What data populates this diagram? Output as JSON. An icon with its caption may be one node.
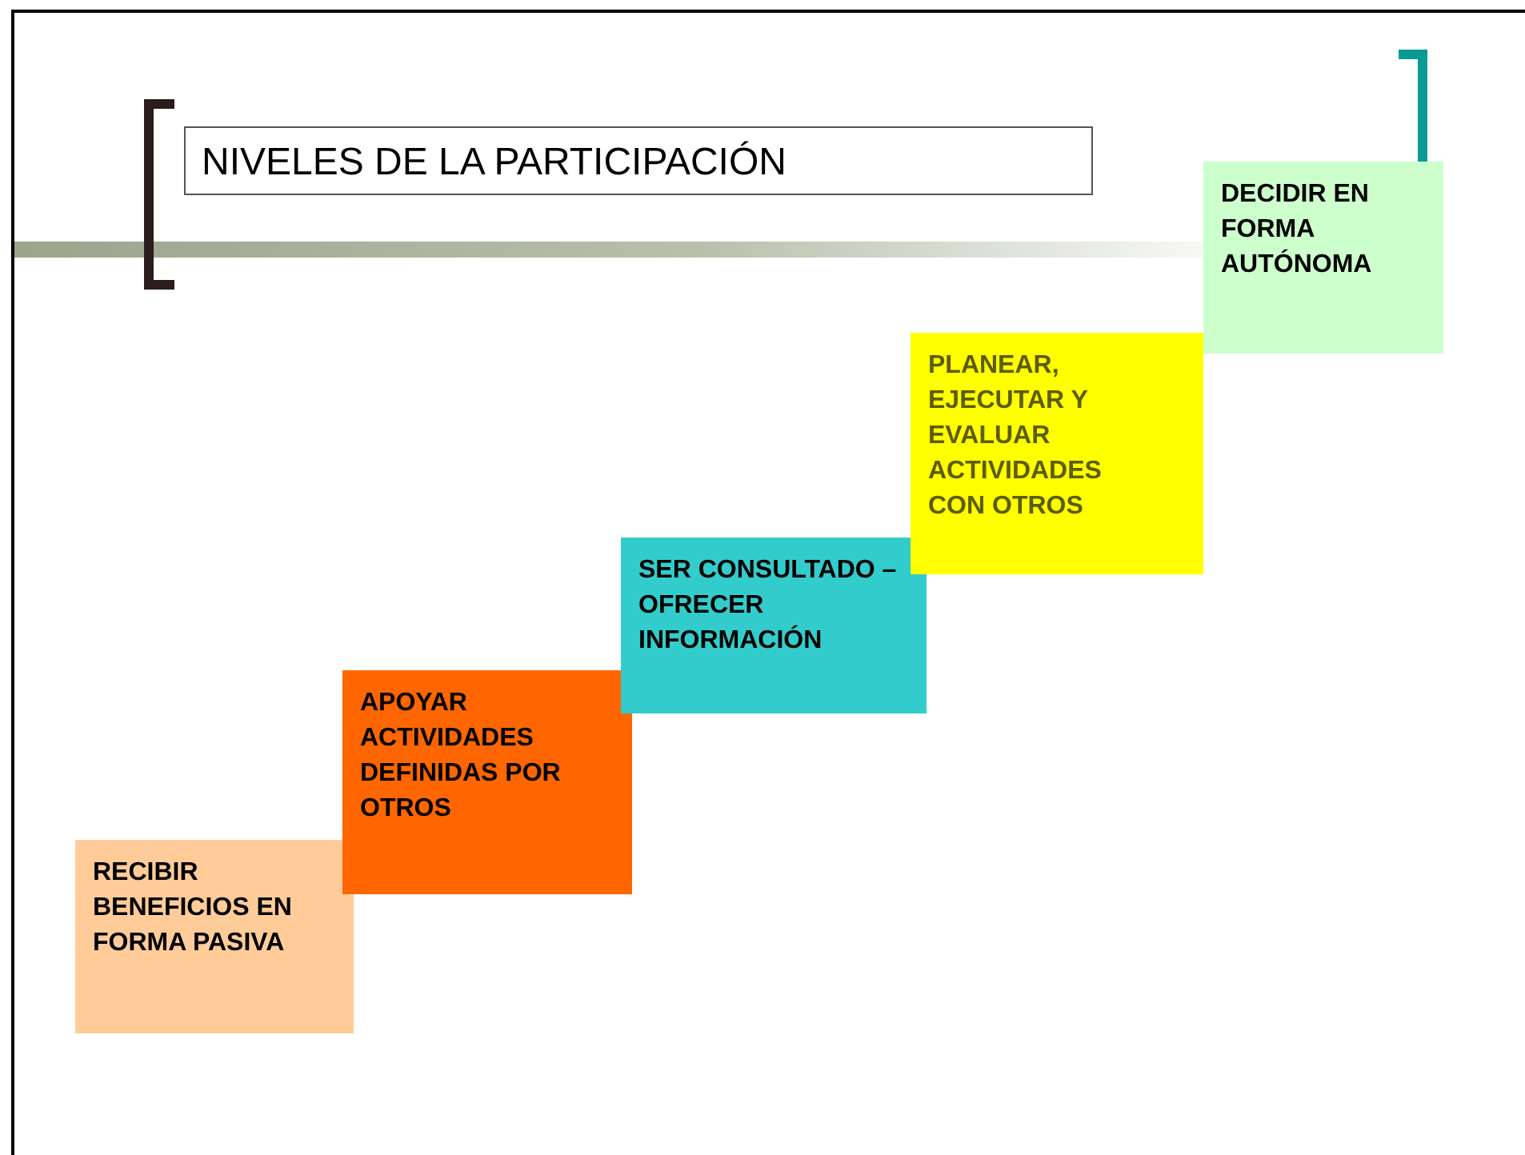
{
  "diagram": {
    "title": "NIVELES DE LA PARTICIPACIÓN",
    "nodes": [
      {
        "text": [
          "RECIBIR BENEFICIOS EN FORMA PASIVA"
        ]
      },
      {
        "text": [
          "APOYAR ACTIVIDADES DEFINIDAS POR OTROS"
        ]
      },
      {
        "text": [
          "SER CONSULTADO – OFRECER INFORMACIÓN"
        ]
      },
      {
        "text": [
          "PLANEAR, EJECUTAR Y EVALUAR ACTIVIDADES CON OTROS"
        ]
      },
      {
        "text": [
          "DECIDIR EN FORMA AUTÓNOMA"
        ]
      }
    ]
  }
}
